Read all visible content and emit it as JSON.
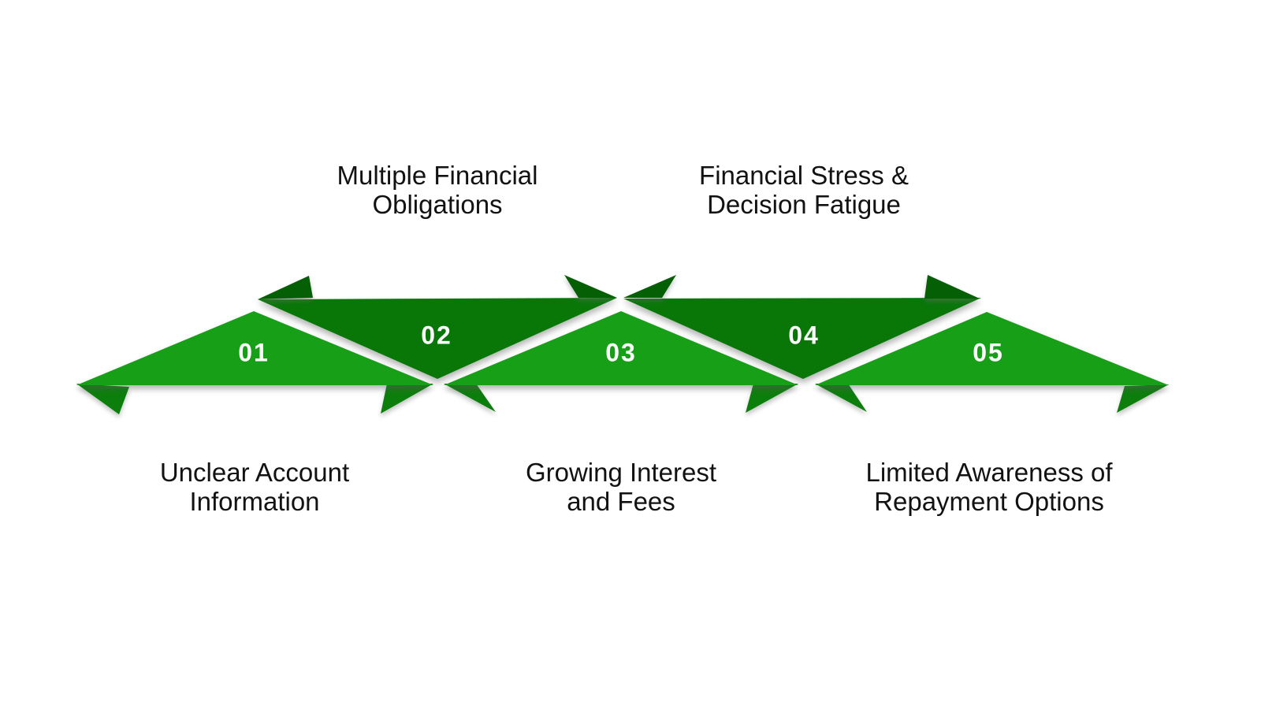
{
  "diagram": {
    "type": "zigzag-ribbon-process",
    "background_color": "#ffffff",
    "colors": {
      "light_green": "#17A017",
      "dark_green": "#087708",
      "light_fold": "#0C7E0C",
      "dark_fold": "#055F05",
      "label_text": "#121212",
      "number_text": "#ffffff"
    },
    "steps": [
      {
        "number": "01",
        "label_position": "bottom",
        "label_lines": [
          "Unclear Account",
          "Information"
        ]
      },
      {
        "number": "02",
        "label_position": "top",
        "label_lines": [
          "Multiple Financial",
          "Obligations"
        ]
      },
      {
        "number": "03",
        "label_position": "bottom",
        "label_lines": [
          "Growing Interest",
          "and Fees"
        ]
      },
      {
        "number": "04",
        "label_position": "top",
        "label_lines": [
          "Financial Stress &",
          "Decision Fatigue"
        ]
      },
      {
        "number": "05",
        "label_position": "bottom",
        "label_lines": [
          "Limited Awareness of",
          "Repayment Options"
        ]
      }
    ]
  }
}
